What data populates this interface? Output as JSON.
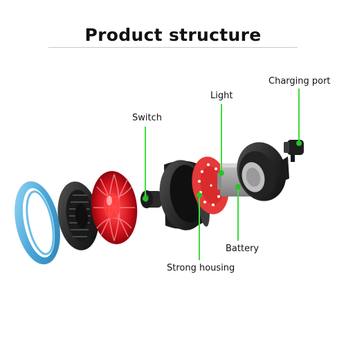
{
  "header": {
    "title": "Product structure"
  },
  "callouts": {
    "charging_port": "Charging port",
    "light": "Light",
    "switch": "Switch",
    "battery": "Battery",
    "strong_housing": "Strong housing"
  },
  "colors": {
    "callout_line": "#3ddc3d",
    "callout_dot": "#22c722",
    "blue_ring": "#4aa6d8",
    "red_lens": "#d8141f",
    "housing": "#2a2a2a",
    "battery": "#9a9a9a",
    "pcb": "#e63a3a"
  }
}
